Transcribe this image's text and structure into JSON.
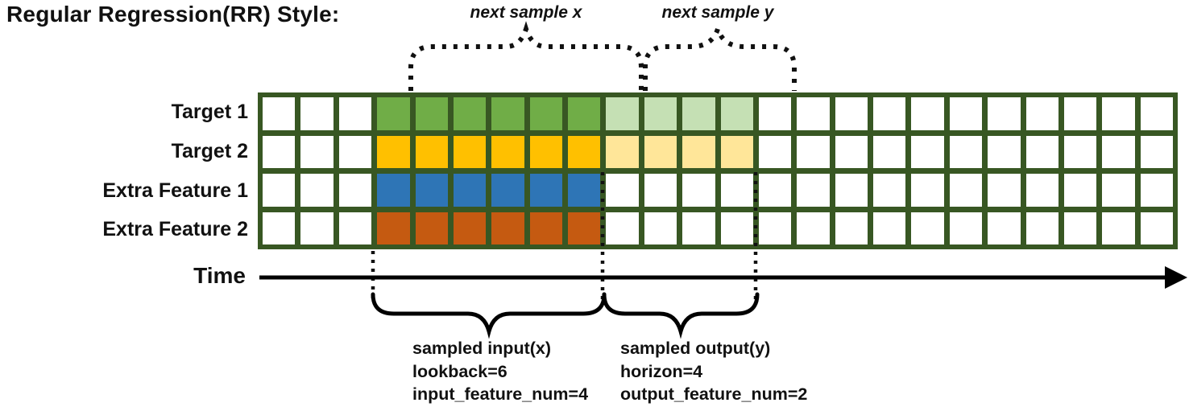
{
  "title": "Regular Regression(RR) Style:",
  "annotations": {
    "next_sample_x": "next sample x",
    "next_sample_y": "next sample y",
    "time_label": "Time",
    "input_block": {
      "line1": "sampled input(x)",
      "line2": "lookback=6",
      "line3": "input_feature_num=4"
    },
    "output_block": {
      "line1": "sampled output(y)",
      "line2": "horizon=4",
      "line3": "output_feature_num=2"
    }
  },
  "grid": {
    "total_columns": 24,
    "leading_empty_columns": 3,
    "lookback": 6,
    "horizon": 4,
    "border_color": "#385723",
    "empty_cell_color": "#FFFFFF",
    "rows": [
      {
        "label": "Target 1",
        "role": "target",
        "solid_color": "#70AD47",
        "light_color": "#C5E0B4"
      },
      {
        "label": "Target 2",
        "role": "target",
        "solid_color": "#FFC000",
        "light_color": "#FFE699"
      },
      {
        "label": "Extra Feature 1",
        "role": "extra-feature",
        "solid_color": "#2E75B6",
        "light_color": null
      },
      {
        "label": "Extra Feature 2",
        "role": "extra-feature",
        "solid_color": "#C55A11",
        "light_color": null
      }
    ]
  }
}
